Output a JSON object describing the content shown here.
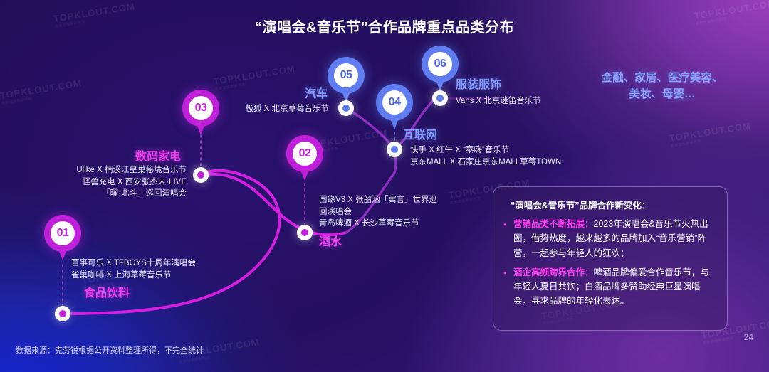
{
  "title": "“演唱会&音乐节”合作品牌重点品类分布",
  "watermark": {
    "text": "TOPKLOUT.COM",
    "sub": "克劳锐指数研究院"
  },
  "others_text_line1": "金融、家居、医疗美容、",
  "others_text_line2": "美妆、母婴…",
  "colors": {
    "pink": "#c120da",
    "blue": "#5f7df0",
    "label_pink": "#ef3df0",
    "label_blue": "#7f9bff"
  },
  "nodes": [
    {
      "num": "01",
      "category": "食品饮料",
      "color": "pink",
      "brands": [
        "百事可乐 X TFBOYS十周年演唱会",
        "雀巢咖啡 X 上海草莓音乐节"
      ]
    },
    {
      "num": "02",
      "category": "酒水",
      "color": "pink",
      "brands": [
        "国缘V3 X 张韶涵「寓言」世界巡",
        "回演唱会",
        "青岛啤酒 X 长沙草莓音乐节"
      ]
    },
    {
      "num": "03",
      "category": "数码家电",
      "color": "pink",
      "brands": [
        "Ulike X 楠溪江星巢秘境音乐节",
        "怪兽充电 X 西安张杰未·LIVE",
        "「曜·北斗」巡回演唱会"
      ]
    },
    {
      "num": "04",
      "category": "互联网",
      "color": "blue",
      "brands": [
        "快手 X 红牛 X “泰嗨”音乐节",
        "京东MALL X 石家庄京东MALL草莓TOWN"
      ]
    },
    {
      "num": "05",
      "category": "汽车",
      "color": "blue",
      "brands": [
        "极狐 X 北京草莓音乐节"
      ]
    },
    {
      "num": "06",
      "category": "服装服饰",
      "color": "blue",
      "brands": [
        "Vans X 北京迷笛音乐节"
      ]
    }
  ],
  "panel": {
    "heading": "“演唱会&音乐节”品牌合作新变化：",
    "bullets": [
      {
        "keyword": "营销品类不断拓展：",
        "text": "2023年演唱会&音乐节火热出圈，借势热度，越来越多的品牌加入“音乐营销”阵营，一起参与年轻人的狂欢；"
      },
      {
        "keyword": "酒企高频跨界合作：",
        "text": "啤酒品牌偏爱合作音乐节，与年轻人夏日共饮；白酒品牌多赞助经典巨星演唱会，寻求品牌的年轻化表达。"
      }
    ]
  },
  "source": "数据来源：克劳锐根据公开资料整理所得，不完全统计",
  "page_number": "24"
}
